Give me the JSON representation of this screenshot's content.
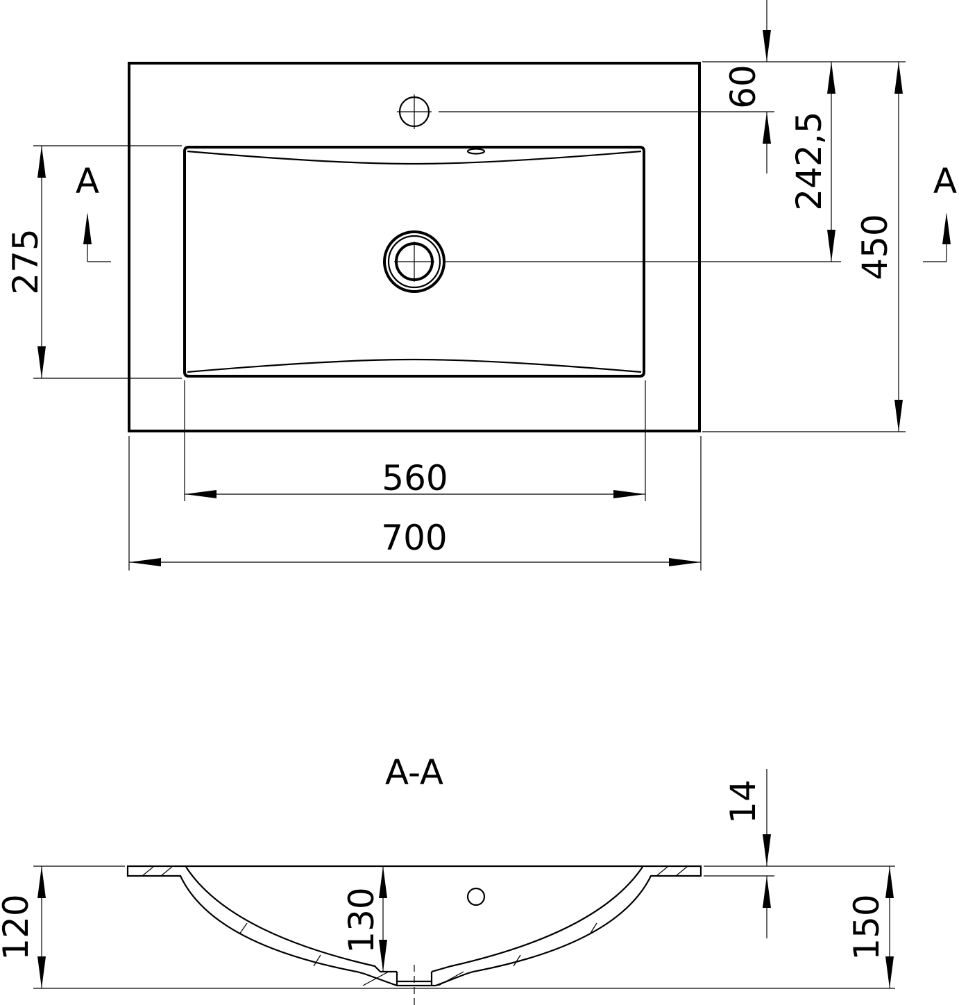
{
  "section_markers": {
    "left": "A",
    "right": "A"
  },
  "section_title": "A-A",
  "dimensions": {
    "tap_hole_offset": "60",
    "drain_center": "242,5",
    "total_depth": "450",
    "bowl_depth": "275",
    "bowl_width": "560",
    "total_width": "700",
    "rim_thickness": "14",
    "basin_height_left": "120",
    "basin_depth_center": "130",
    "total_height": "150"
  }
}
